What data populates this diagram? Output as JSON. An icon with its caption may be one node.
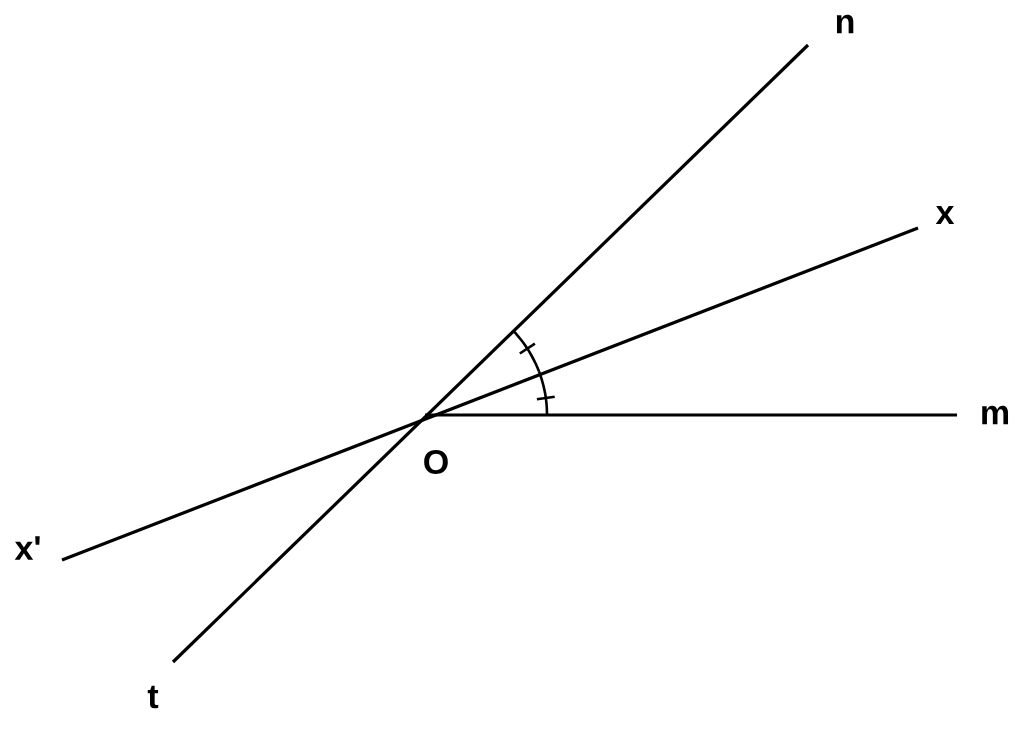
{
  "diagram": {
    "labels": [
      "n",
      "x",
      "m",
      "O",
      "x'",
      "t"
    ]
  }
}
